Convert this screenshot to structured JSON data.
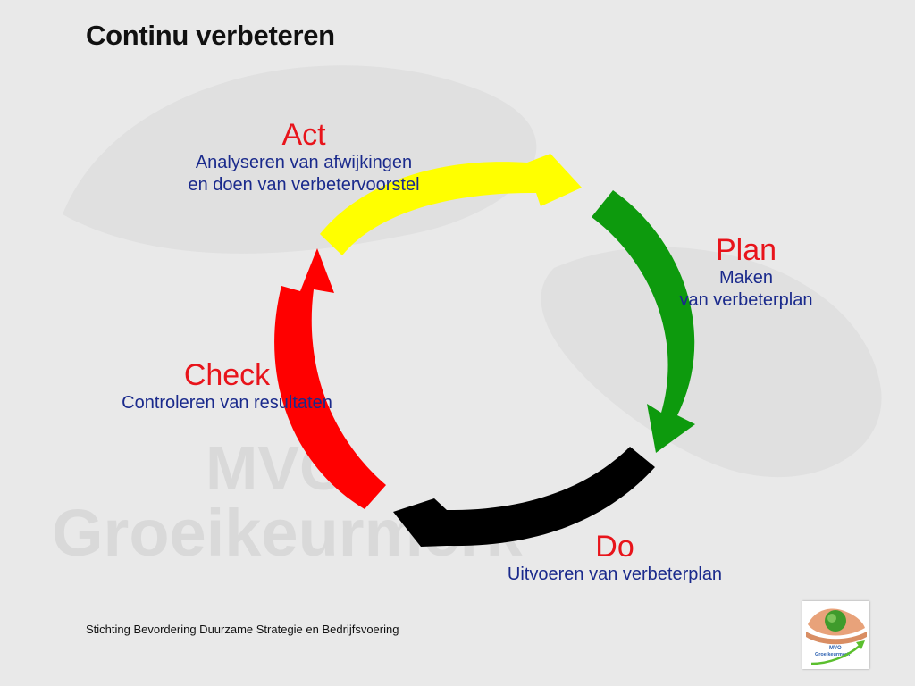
{
  "slide": {
    "title": "Continu verbeteren",
    "footer": "Stichting Bevordering Duurzame Strategie en Bedrijfsvoering"
  },
  "watermark": {
    "line1": "MVO",
    "line2": "Groeikeurmerk"
  },
  "phases": {
    "act": {
      "name": "Act",
      "desc1": "Analyseren van afwijkingen",
      "desc2": "en doen van verbetervoorstel",
      "color": "#ffff00"
    },
    "plan": {
      "name": "Plan",
      "desc1": "Maken",
      "desc2": "van verbeterplan",
      "color": "#0d9a0d"
    },
    "do": {
      "name": "Do",
      "desc1": "Uitvoeren van verbeterplan",
      "color": "#000000"
    },
    "check": {
      "name": "Check",
      "desc1": "Controleren van resultaten",
      "color": "#ff0000"
    }
  },
  "logo": {
    "line1": "MVO",
    "line2": "Groeikeurmerk",
    "icon": "hands-globe-icon"
  },
  "colors": {
    "phase_name": "#e8141b",
    "phase_desc": "#1a2a8c",
    "background": "#e9e9e9"
  }
}
